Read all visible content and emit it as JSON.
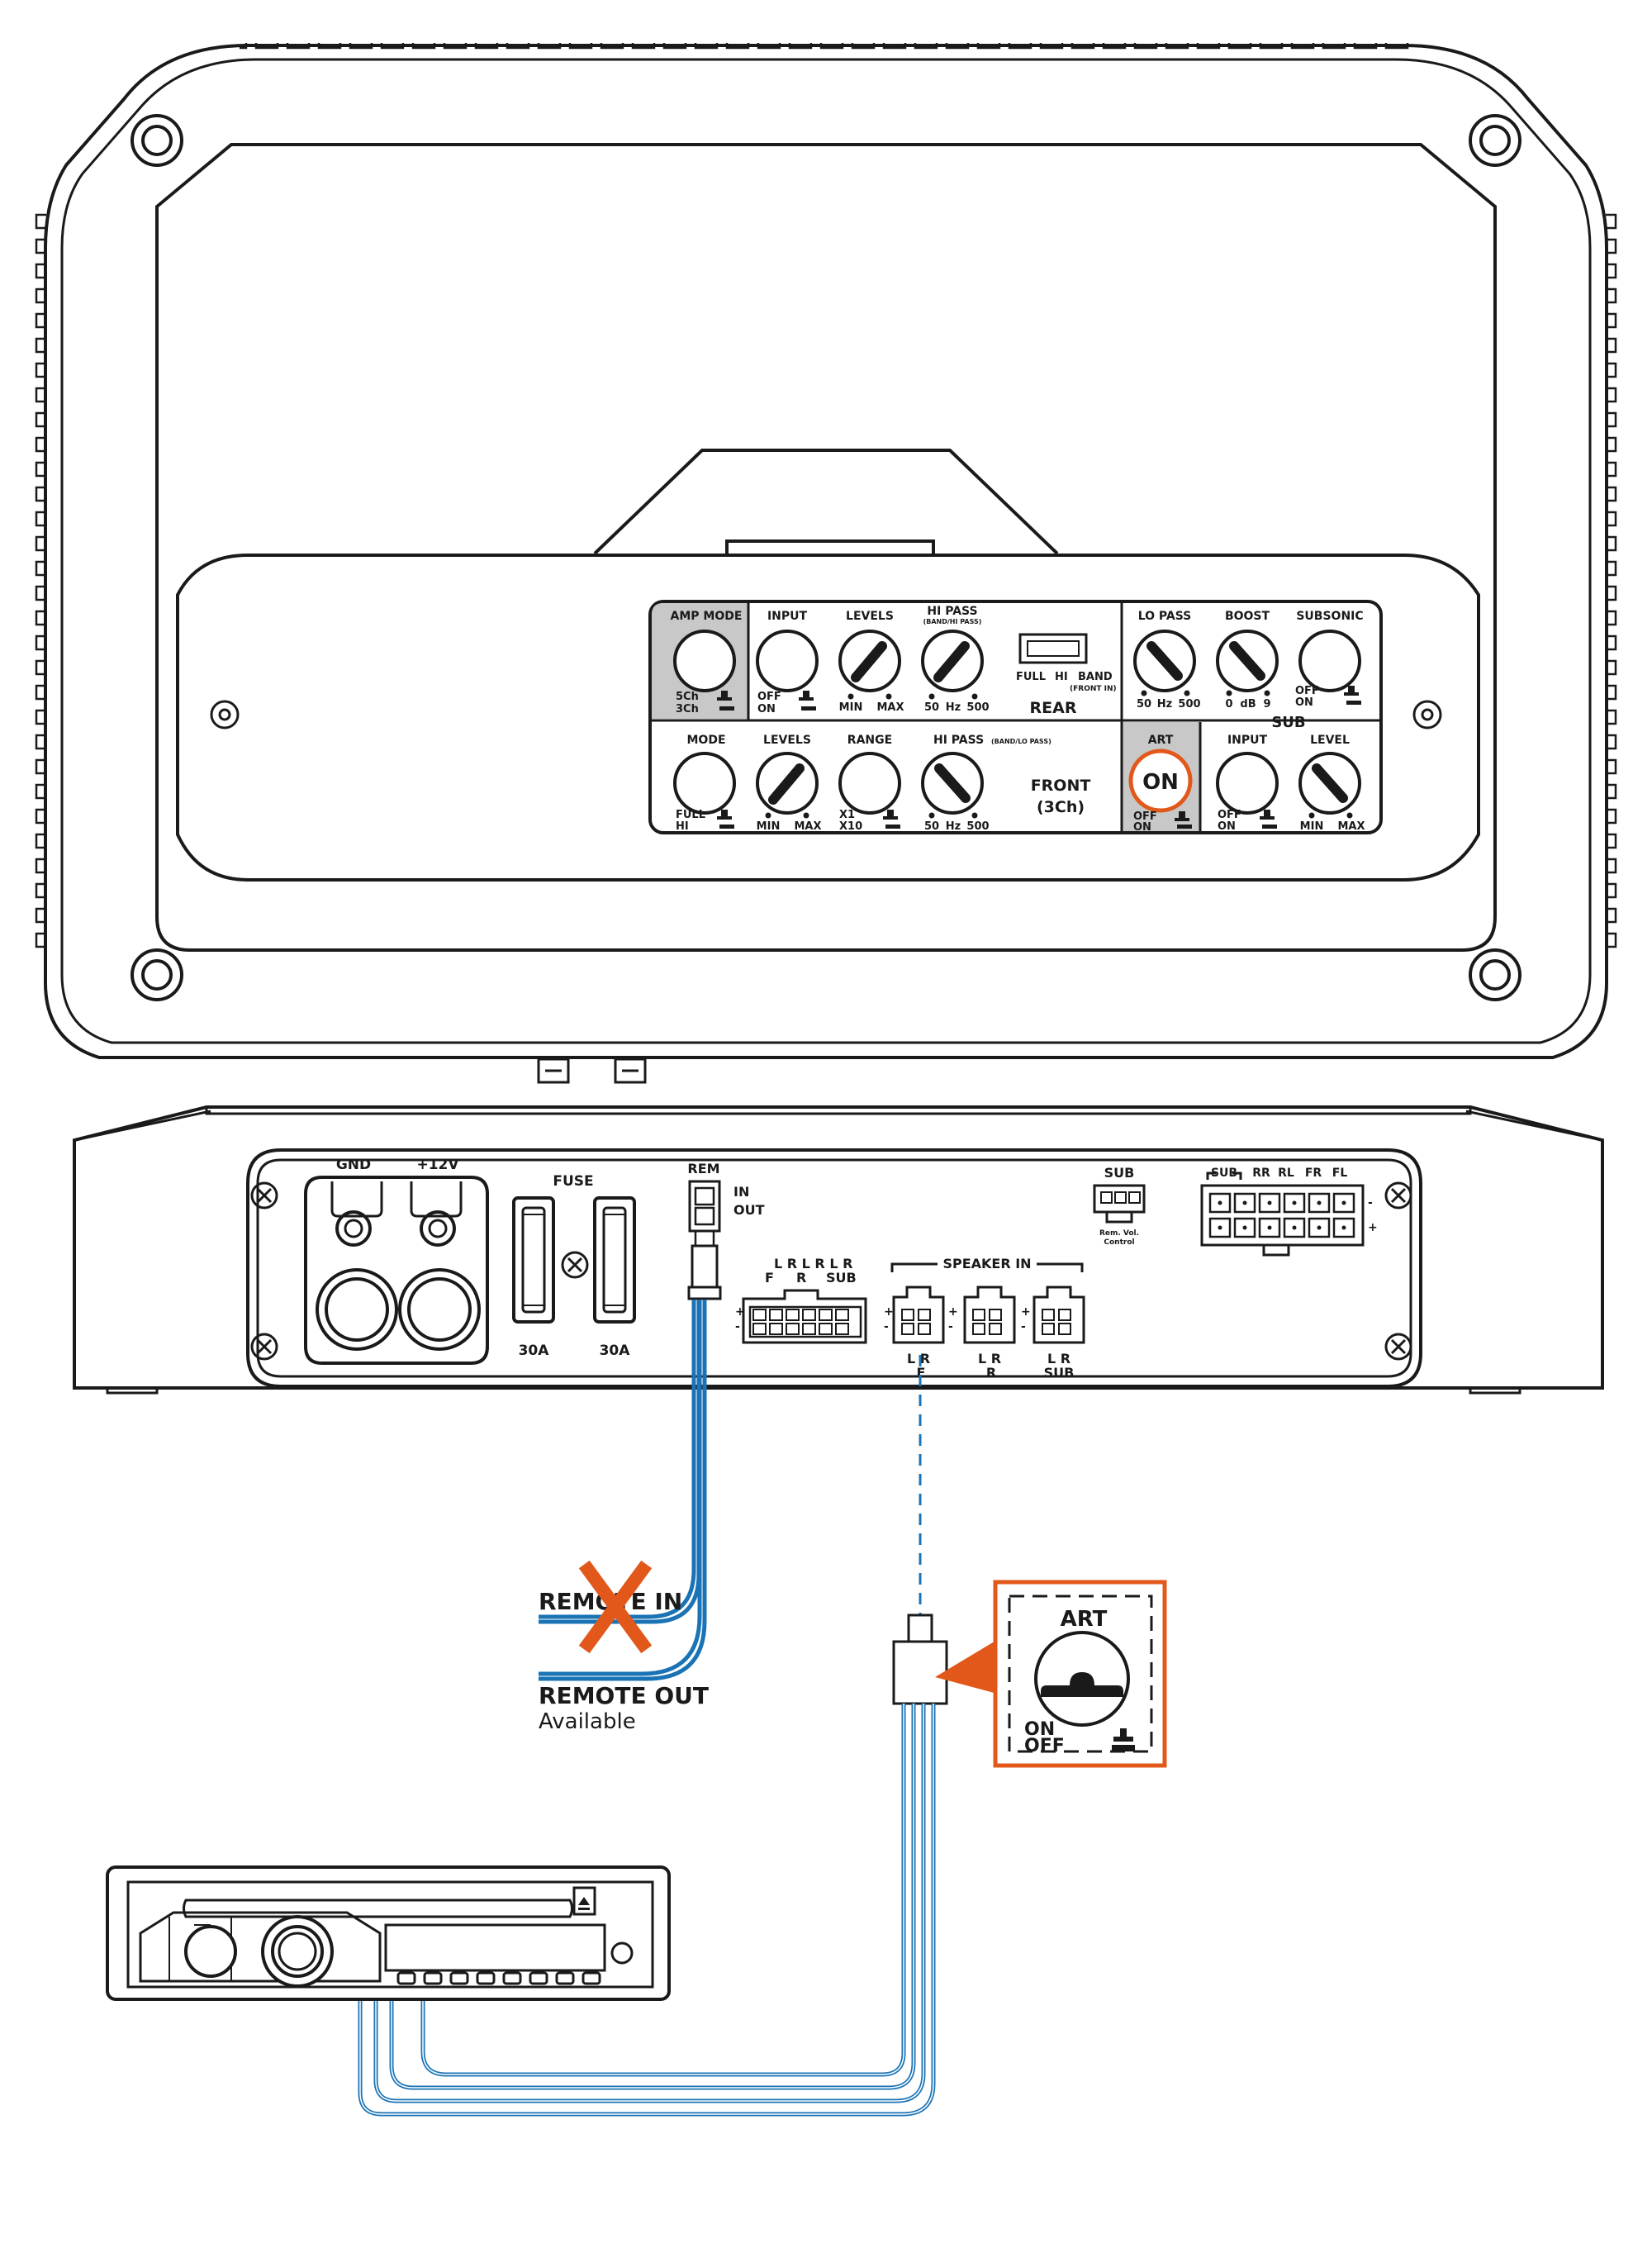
{
  "amp_panel": {
    "amp_mode": {
      "title": "AMP MODE",
      "opt_top": "5Ch",
      "opt_bottom": "3Ch"
    },
    "input_rear": {
      "title": "INPUT",
      "opt_top": "OFF",
      "opt_bottom": "ON"
    },
    "levels_rear": {
      "title": "LEVELS",
      "min": "MIN",
      "max": "MAX"
    },
    "hipass_rear": {
      "title": "HI PASS",
      "subtitle": "(BAND/HI PASS)",
      "v50": "50",
      "unit": "Hz",
      "v500": "500"
    },
    "band_switch": {
      "full": "FULL",
      "hi": "HI",
      "band": "BAND",
      "note": "(FRONT IN)"
    },
    "rear_label": "REAR",
    "lo_pass": {
      "title": "LO PASS",
      "v50": "50",
      "unit": "Hz",
      "v500": "500"
    },
    "boost": {
      "title": "BOOST",
      "v0": "0",
      "unit": "dB",
      "v9": "9"
    },
    "subsonic": {
      "title": "SUBSONIC",
      "opt_top": "OFF",
      "opt_bottom": "ON"
    },
    "sub_label": "SUB",
    "mode_front": {
      "title": "MODE",
      "opt_top": "FULL",
      "opt_bottom": "HI"
    },
    "levels_front": {
      "title": "LEVELS",
      "min": "MIN",
      "max": "MAX"
    },
    "range_front": {
      "title": "RANGE",
      "opt_top": "X1",
      "opt_bottom": "X10"
    },
    "hipass_front": {
      "title": "HI PASS",
      "subtitle": "(BAND/LO PASS)",
      "v50": "50",
      "unit": "Hz",
      "v500": "500"
    },
    "front_label_1": "FRONT",
    "front_label_2": "(3Ch)",
    "art": {
      "title": "ART",
      "button": "ON",
      "opt_top": "OFF",
      "opt_bottom": "ON"
    },
    "input_sub": {
      "title": "INPUT",
      "opt_top": "OFF",
      "opt_bottom": "ON"
    },
    "level_sub": {
      "title": "LEVEL",
      "min": "MIN",
      "max": "MAX"
    }
  },
  "connector_panel": {
    "gnd": "GND",
    "plus12v": "+12V",
    "fuse": "FUSE",
    "fuse1": "30A",
    "fuse2": "30A",
    "rem": "REM",
    "rem_in": "IN",
    "rem_out": "OUT",
    "rca_top": "L R L R L R",
    "rca_f": "F",
    "rca_r": "R",
    "rca_sub": "SUB",
    "speaker_in": "SPEAKER IN",
    "spk_lr": "L R",
    "spk_f": "F",
    "spk_r": "R",
    "spk_sub": "SUB",
    "sub_remote": "SUB",
    "rem_vol_1": "Rem. Vol.",
    "rem_vol_2": "Control",
    "out_sub": "SUB",
    "out_rr": "RR",
    "out_rl": "RL",
    "out_fr": "FR",
    "out_fl": "FL",
    "minus": "-",
    "plus": "+"
  },
  "callouts": {
    "remote_in": "REMOTE IN",
    "remote_out": "REMOTE OUT",
    "available": "Available",
    "art_title": "ART",
    "art_on": "ON",
    "art_off": "OFF"
  },
  "colors": {
    "wire": "#1a73b5",
    "accent": "#e2581b",
    "panel_gray": "#c8c8c8",
    "ink": "#1a1a1a"
  }
}
